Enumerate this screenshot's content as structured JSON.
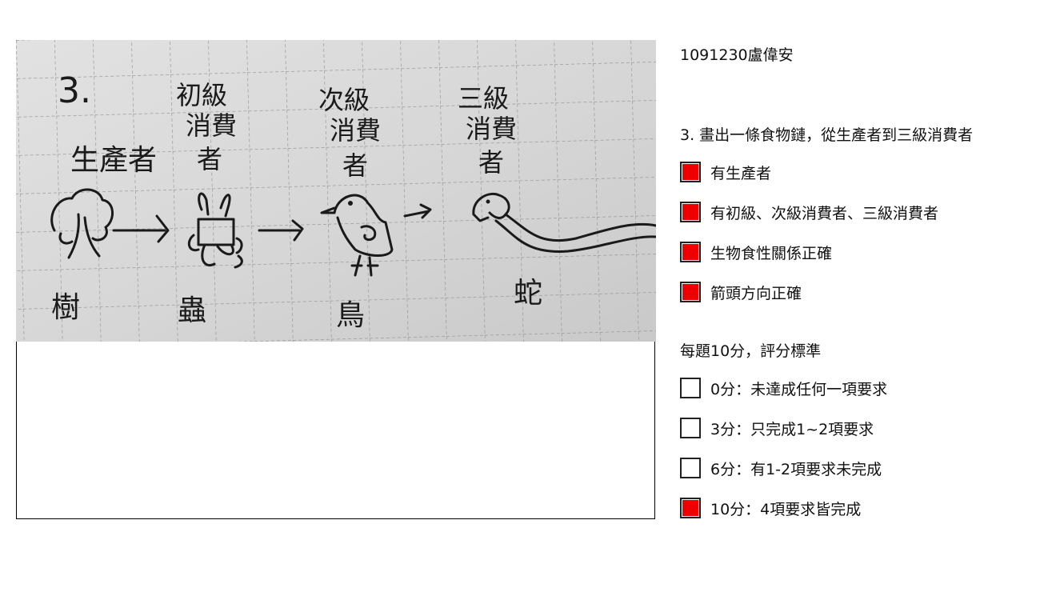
{
  "student_id": "1091230盧偉安",
  "question": "3. 畫出一條食物鏈，從生產者到三級消費者",
  "criteria": [
    {
      "label": "有生產者",
      "checked": true
    },
    {
      "label": "有初級、次級消費者、三級消費者",
      "checked": true
    },
    {
      "label": "生物食性關係正確",
      "checked": true
    },
    {
      "label": "箭頭方向正確",
      "checked": true
    }
  ],
  "scoring_note": "每題10分，評分標準",
  "scores": [
    {
      "label": "0分：未達成任何一項要求",
      "checked": false
    },
    {
      "label": "3分：只完成1~2項要求",
      "checked": false
    },
    {
      "label": "6分：有1-2項要求未完成",
      "checked": false
    },
    {
      "label": "10分：4項要求皆完成",
      "checked": true
    }
  ],
  "handwriting": {
    "number": "3.",
    "levels": [
      "生產者",
      "初級消費者",
      "次級消費者",
      "三級消費者"
    ],
    "organisms": [
      "樹",
      "蟲",
      "鳥",
      "蛇"
    ]
  },
  "colors": {
    "check_fill": "#ee0000",
    "paper": "#dcdcdc",
    "grid": "#9a9a9a"
  }
}
